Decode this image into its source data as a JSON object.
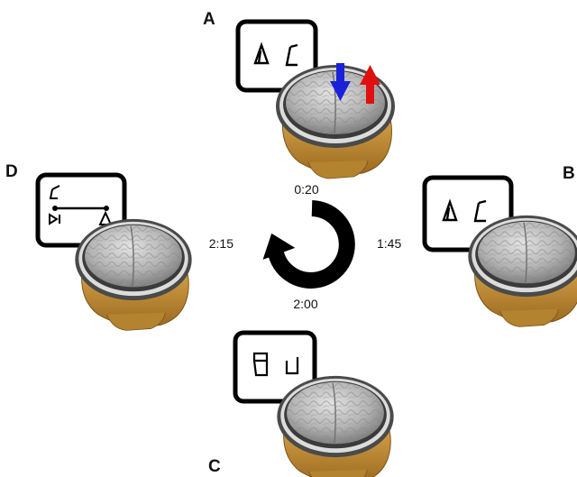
{
  "panels": [
    {
      "id": "A",
      "letter": "A"
    },
    {
      "id": "B",
      "letter": "B"
    },
    {
      "id": "C",
      "letter": "C"
    },
    {
      "id": "D",
      "letter": "D"
    }
  ],
  "times": {
    "top": "0:20",
    "right": "1:45",
    "bottom": "2:00",
    "left": "2:15"
  },
  "colors": {
    "brain": "#b9b9b9",
    "brain_dark": "#8f8f8f",
    "head": "#c8963c",
    "head_dark": "#9c6d22",
    "arrow_down": "#1a22d8",
    "arrow_up": "#e01010",
    "cycle_arrow": "#000000"
  }
}
